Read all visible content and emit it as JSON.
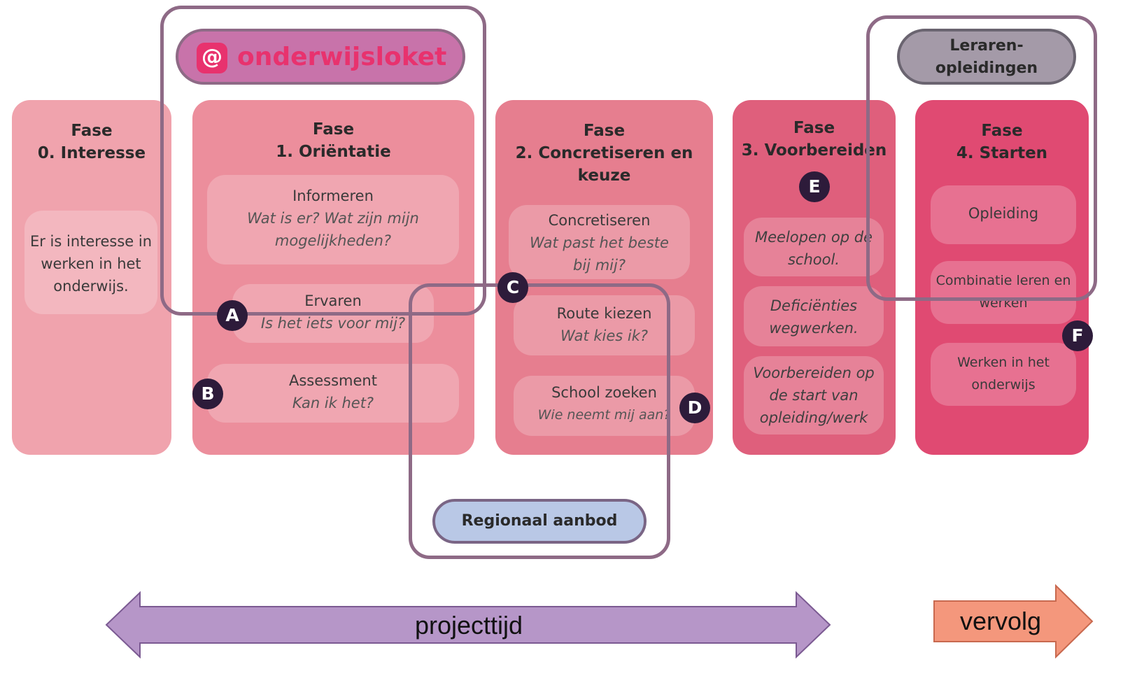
{
  "logo": {
    "text": "onderwijsloket",
    "icon": "at-sign-icon",
    "color": "#e8326e"
  },
  "badges": {
    "lerarenopleidingen": {
      "line1": "Leraren-",
      "line2": "opleidingen"
    },
    "regionaal_aanbod": "Regionaal aanbod"
  },
  "phases": [
    {
      "title_line1": "Fase",
      "title_line2": "0. Interesse",
      "color": "#f0a3ad",
      "text": "Er is interesse in werken in het onderwijs."
    },
    {
      "title_line1": "Fase",
      "title_line2": "1. Oriëntatie",
      "color": "#ec8e9c",
      "steps": [
        {
          "title": "Informeren",
          "subtitle": "Wat is er? Wat zijn mijn mogelijkheden?"
        },
        {
          "title": "Ervaren",
          "subtitle": "Is het iets voor mij?"
        },
        {
          "title": "Assessment",
          "subtitle": "Kan ik het?"
        }
      ]
    },
    {
      "title_line1": "Fase",
      "title_line2": "2. Concretiseren en keuze",
      "color": "#e67e8f",
      "steps": [
        {
          "title": "Concretiseren",
          "subtitle": "Wat past het beste bij mij?"
        },
        {
          "title": "Route kiezen",
          "subtitle": "Wat kies ik?"
        },
        {
          "title": "School zoeken",
          "subtitle": "Wie neemt mij aan?"
        }
      ]
    },
    {
      "title_line1": "Fase",
      "title_line2": "3. Voorbereiden",
      "color": "#df5f7c",
      "steps": [
        {
          "text": "Meelopen op de school."
        },
        {
          "text": "Deficiënties wegwerken."
        },
        {
          "text": "Voorbereiden op de start van opleiding/werk"
        }
      ]
    },
    {
      "title_line1": "Fase",
      "title_line2": "4. Starten",
      "color": "#e04a72",
      "steps": [
        {
          "text": "Opleiding"
        },
        {
          "text": "Combinatie leren en werken"
        },
        {
          "text": "Werken in het onderwijs"
        }
      ]
    }
  ],
  "markers": [
    "A",
    "B",
    "C",
    "D",
    "E",
    "F"
  ],
  "arrows": {
    "projecttijd": {
      "label": "projecttijd",
      "color": "#b696c8"
    },
    "vervolg": {
      "label": "vervolg",
      "color": "#f4977c"
    }
  }
}
